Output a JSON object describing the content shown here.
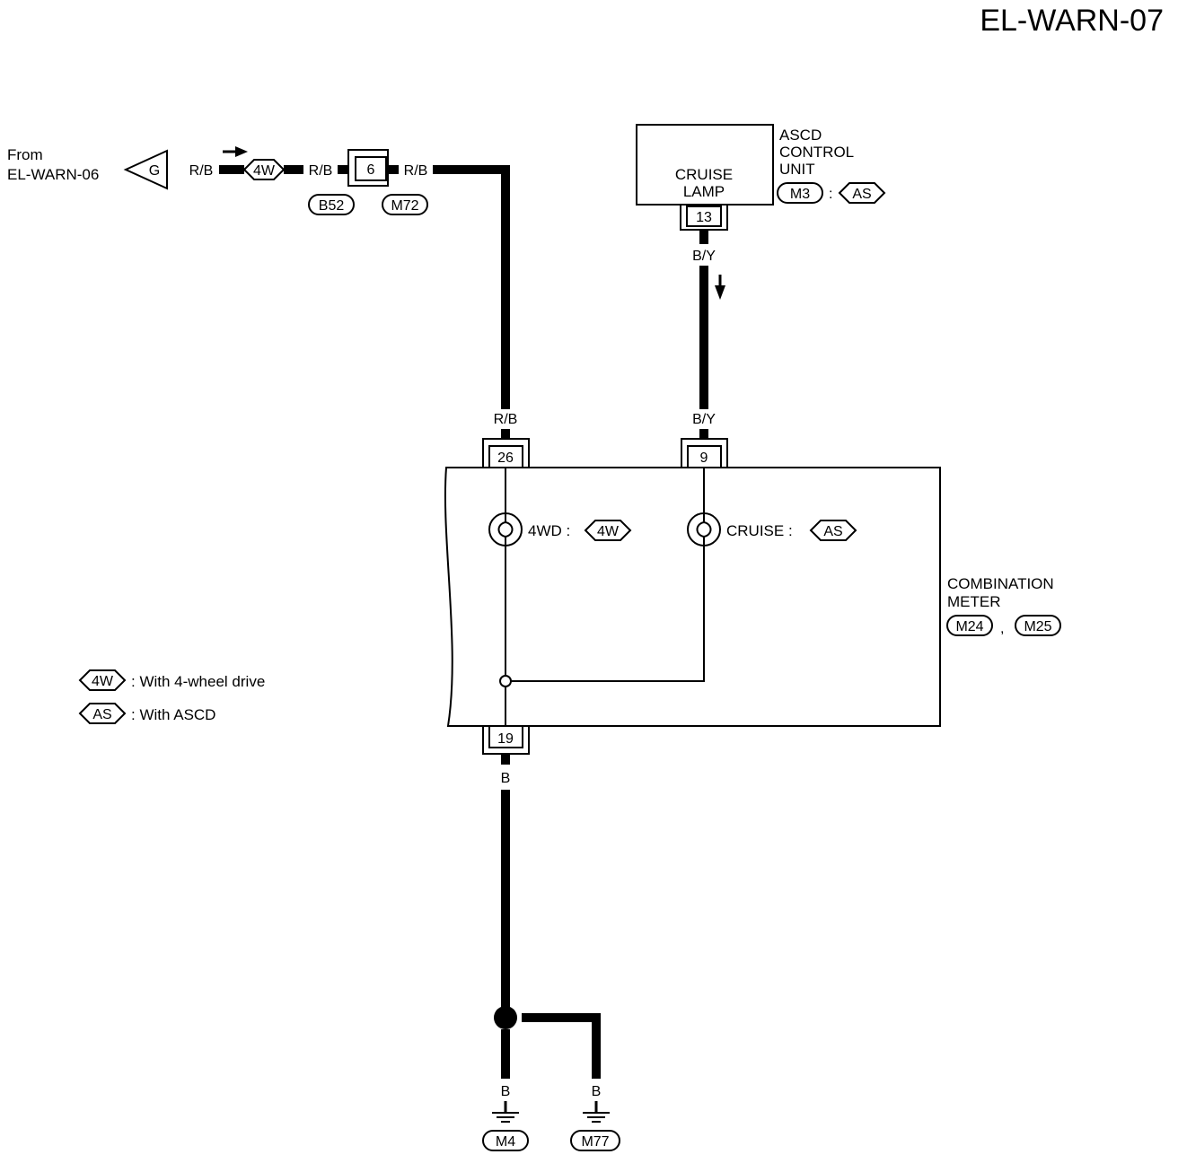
{
  "diagram": {
    "title": "EL-WARN-07",
    "from_label_line1": "From",
    "from_label_line2": "EL-WARN-06",
    "from_connector": "G",
    "wire_rb": "R/B",
    "wire_by": "B/Y",
    "wire_b": "B",
    "joint_connector_pin": "6",
    "connectors": {
      "b52": "B52",
      "m72": "M72",
      "m3": "M3",
      "m24": "M24",
      "m25": "M25",
      "m4": "M4",
      "m77": "M77"
    },
    "options": {
      "four_wheel": "4W",
      "ascd": "AS"
    },
    "ascd_unit": {
      "name_line1": "ASCD",
      "name_line2": "CONTROL",
      "name_line3": "UNIT",
      "lamp_line1": "CRUISE",
      "lamp_line2": "LAMP",
      "pin": "13"
    },
    "combination_meter": {
      "name_line1": "COMBINATION",
      "name_line2": "METER",
      "pin_rb": "26",
      "pin_by": "9",
      "pin_ground": "19",
      "lamp_4wd": "4WD :",
      "lamp_cruise": "CRUISE :"
    },
    "separator_colon": ":",
    "separator_comma": ",",
    "legend": {
      "four_wheel_desc": ": With 4-wheel drive",
      "ascd_desc": ": With ASCD"
    }
  }
}
